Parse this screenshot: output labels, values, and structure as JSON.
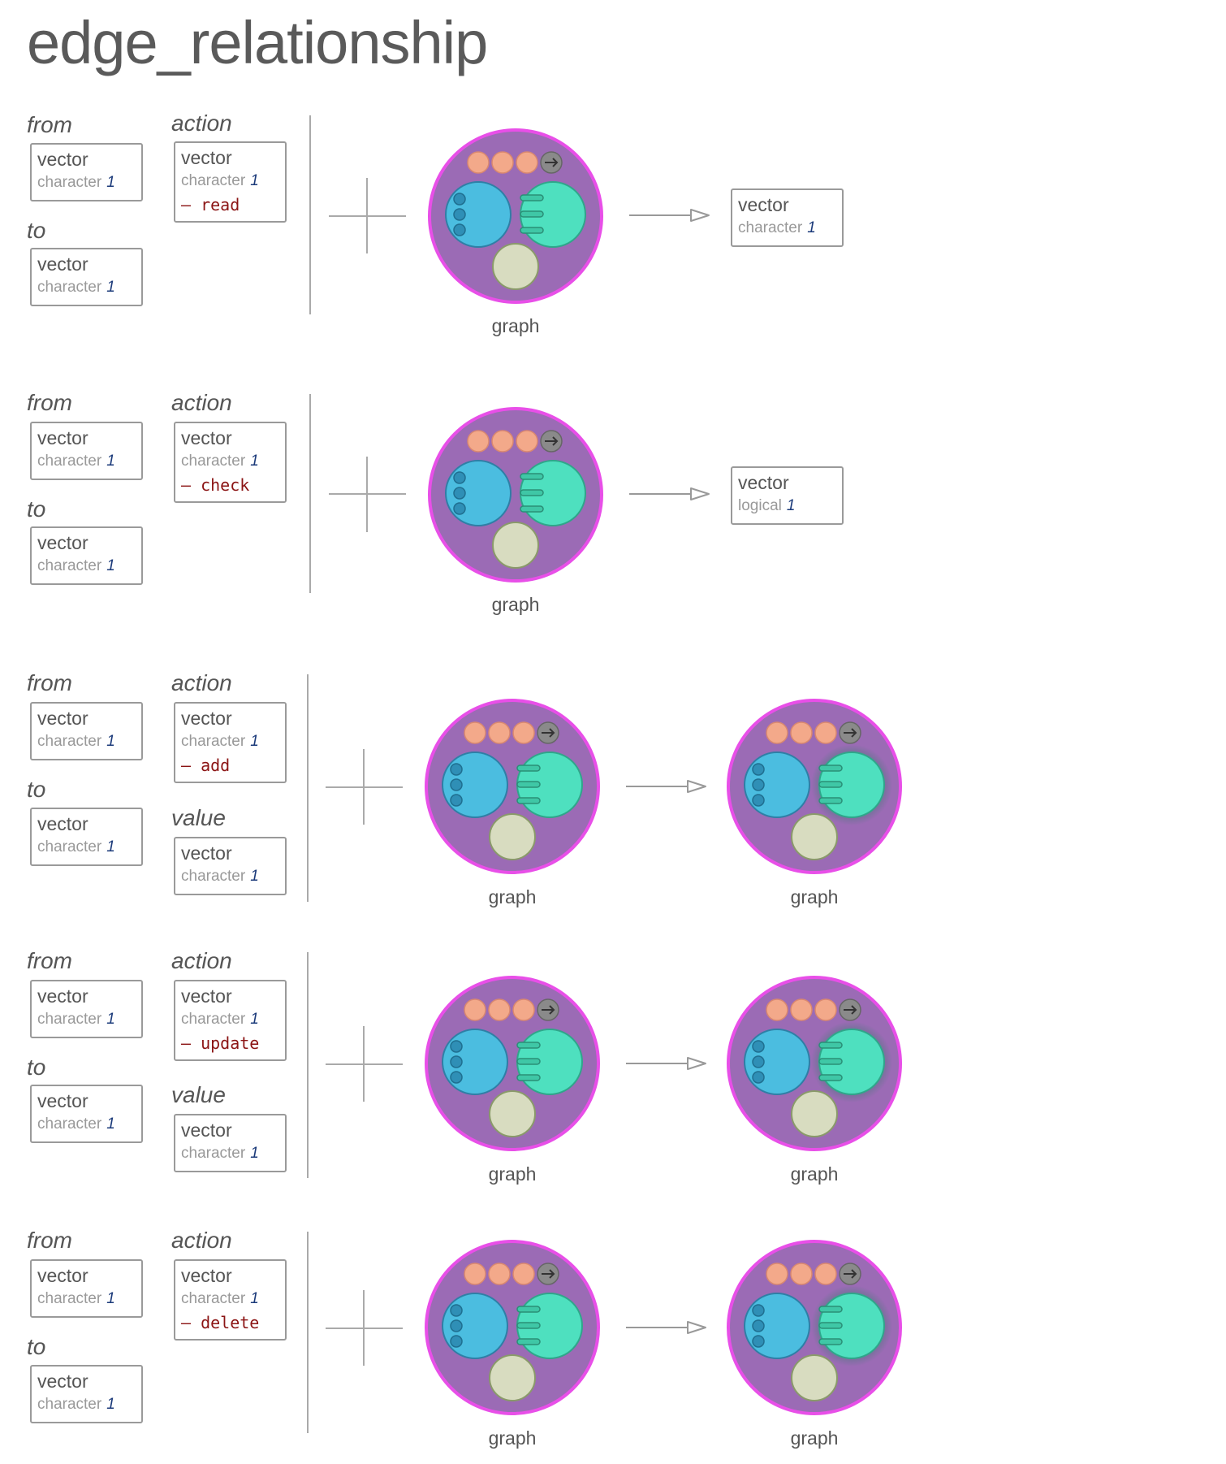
{
  "title": "edge_relationship",
  "labels": {
    "from": "from",
    "to": "to",
    "action": "action",
    "value": "value",
    "graph": "graph"
  },
  "rows": [
    {
      "from": {
        "type": "vector",
        "class": "character",
        "length": "1"
      },
      "to": {
        "type": "vector",
        "class": "character",
        "length": "1"
      },
      "action": {
        "type": "vector",
        "class": "character",
        "length": "1",
        "value": "– read"
      },
      "output": {
        "type": "vector",
        "class": "character",
        "length": "1"
      }
    },
    {
      "from": {
        "type": "vector",
        "class": "character",
        "length": "1"
      },
      "to": {
        "type": "vector",
        "class": "character",
        "length": "1"
      },
      "action": {
        "type": "vector",
        "class": "character",
        "length": "1",
        "value": "– check"
      },
      "output": {
        "type": "vector",
        "class": "logical",
        "length": "1"
      }
    },
    {
      "from": {
        "type": "vector",
        "class": "character",
        "length": "1"
      },
      "to": {
        "type": "vector",
        "class": "character",
        "length": "1"
      },
      "action": {
        "type": "vector",
        "class": "character",
        "length": "1",
        "value": "– add"
      },
      "value": {
        "type": "vector",
        "class": "character",
        "length": "1"
      }
    },
    {
      "from": {
        "type": "vector",
        "class": "character",
        "length": "1"
      },
      "to": {
        "type": "vector",
        "class": "character",
        "length": "1"
      },
      "action": {
        "type": "vector",
        "class": "character",
        "length": "1",
        "value": "– update"
      },
      "value": {
        "type": "vector",
        "class": "character",
        "length": "1"
      }
    },
    {
      "from": {
        "type": "vector",
        "class": "character",
        "length": "1"
      },
      "to": {
        "type": "vector",
        "class": "character",
        "length": "1"
      },
      "action": {
        "type": "vector",
        "class": "character",
        "length": "1",
        "value": "– delete"
      }
    }
  ],
  "colors": {
    "graph_body": "#9b6bb5",
    "graph_ring": "#e84fe8",
    "nodes": "#4bbde0",
    "edges": "#4ee0bf",
    "attrs": "#d8dcc0",
    "dots": "#f3a98a",
    "arrow_dot": "#8a8a8a",
    "action_text": "#8b1414",
    "length_text": "#1b3a7a"
  }
}
